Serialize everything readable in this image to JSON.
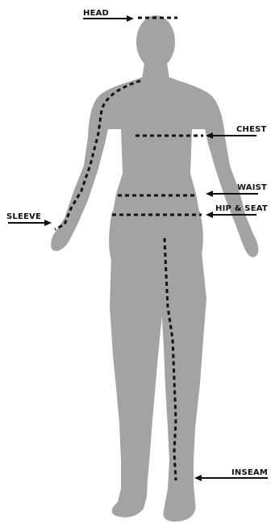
{
  "labels": {
    "head": "HEAD",
    "chest": "CHEST",
    "waist": "WAIST",
    "sleeve": "SLEEVE",
    "hip_seat": "HIP & SEAT",
    "inseam": "INSEAM"
  },
  "colors": {
    "body": "#a3a3a3",
    "dash": "#111111",
    "arrow": "#111111",
    "background": "#ffffff"
  }
}
